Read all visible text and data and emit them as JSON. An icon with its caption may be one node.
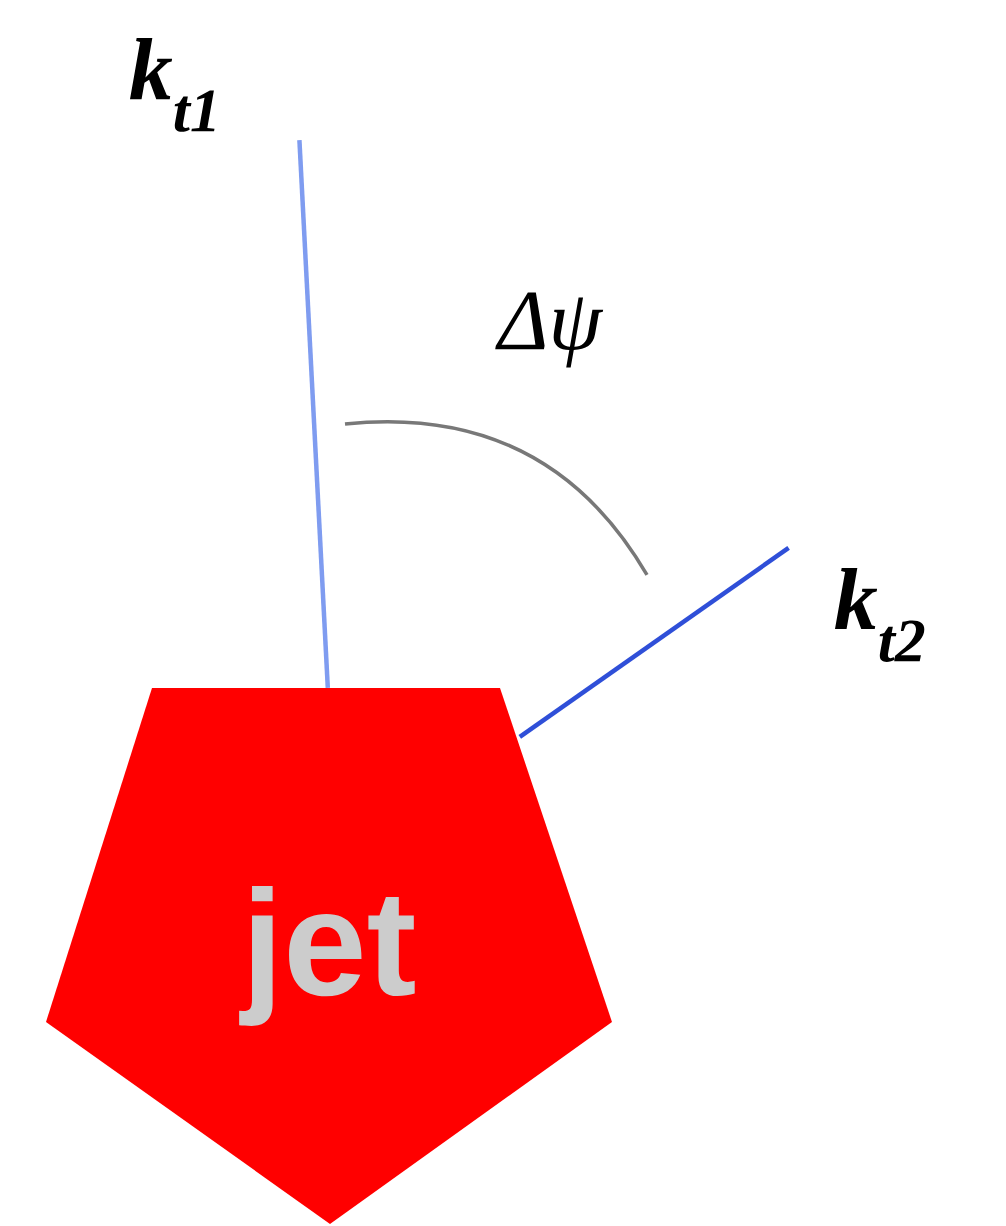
{
  "diagram": {
    "nodes": [
      {
        "text": [
          "jet"
        ]
      },
      {
        "text": [
          "k$_{t1}$"
        ]
      },
      {
        "text": [
          "k$_{t2}$"
        ]
      }
    ],
    "edges": [
      {
        "from": 0,
        "to": 1,
        "arrow": "none"
      },
      {
        "from": 0,
        "to": 2,
        "arrow": "none",
        "color": "#2f4fd8"
      }
    ],
    "labels": [
      "Δψ"
    ]
  }
}
